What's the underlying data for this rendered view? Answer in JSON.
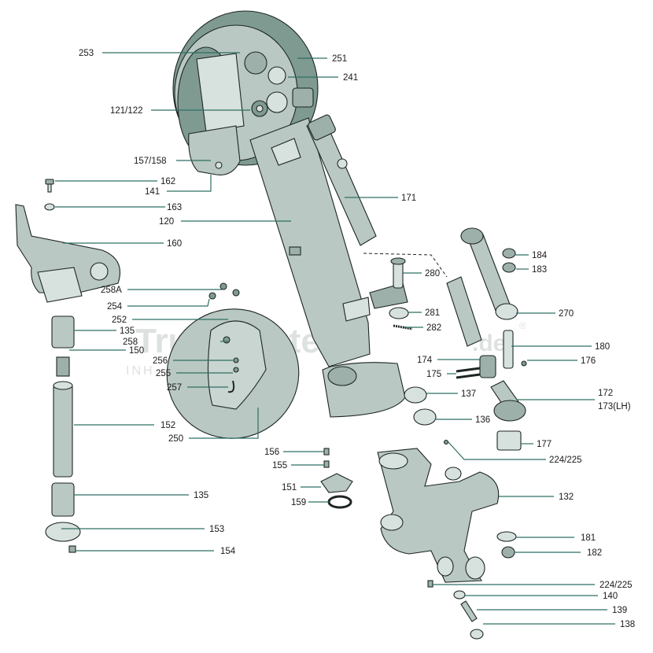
{
  "watermark": {
    "brand": "TruckSystems",
    "suffix": ".de",
    "registered": "®",
    "company": "INH. KORN GmbH"
  },
  "callouts": [
    {
      "id": "253",
      "text": "253"
    },
    {
      "id": "251",
      "text": "251"
    },
    {
      "id": "241",
      "text": "241"
    },
    {
      "id": "121_122",
      "text": "121/122"
    },
    {
      "id": "157_158",
      "text": "157/158"
    },
    {
      "id": "162",
      "text": "162"
    },
    {
      "id": "141",
      "text": "141"
    },
    {
      "id": "171",
      "text": "171"
    },
    {
      "id": "163",
      "text": "163"
    },
    {
      "id": "120",
      "text": "120"
    },
    {
      "id": "160",
      "text": "160"
    },
    {
      "id": "184",
      "text": "184"
    },
    {
      "id": "183",
      "text": "183"
    },
    {
      "id": "280",
      "text": "280"
    },
    {
      "id": "258A",
      "text": "258A"
    },
    {
      "id": "254",
      "text": "254"
    },
    {
      "id": "281",
      "text": "281"
    },
    {
      "id": "270",
      "text": "270"
    },
    {
      "id": "252",
      "text": "252"
    },
    {
      "id": "282",
      "text": "282"
    },
    {
      "id": "135a",
      "text": "135"
    },
    {
      "id": "258",
      "text": "258"
    },
    {
      "id": "180",
      "text": "180"
    },
    {
      "id": "150",
      "text": "150"
    },
    {
      "id": "174",
      "text": "174"
    },
    {
      "id": "176",
      "text": "176"
    },
    {
      "id": "256",
      "text": "256"
    },
    {
      "id": "255",
      "text": "255"
    },
    {
      "id": "175",
      "text": "175"
    },
    {
      "id": "257",
      "text": "257"
    },
    {
      "id": "137",
      "text": "137"
    },
    {
      "id": "172",
      "text": "172"
    },
    {
      "id": "173LH",
      "text": "173(LH)"
    },
    {
      "id": "136",
      "text": "136"
    },
    {
      "id": "152",
      "text": "152"
    },
    {
      "id": "250",
      "text": "250"
    },
    {
      "id": "177",
      "text": "177"
    },
    {
      "id": "156",
      "text": "156"
    },
    {
      "id": "224_225a",
      "text": "224/225"
    },
    {
      "id": "155",
      "text": "155"
    },
    {
      "id": "135b",
      "text": "135"
    },
    {
      "id": "151",
      "text": "151"
    },
    {
      "id": "132",
      "text": "132"
    },
    {
      "id": "159",
      "text": "159"
    },
    {
      "id": "153",
      "text": "153"
    },
    {
      "id": "181",
      "text": "181"
    },
    {
      "id": "154",
      "text": "154"
    },
    {
      "id": "182",
      "text": "182"
    },
    {
      "id": "224_225b",
      "text": "224/225"
    },
    {
      "id": "140",
      "text": "140"
    },
    {
      "id": "139",
      "text": "139"
    },
    {
      "id": "138",
      "text": "138"
    }
  ]
}
